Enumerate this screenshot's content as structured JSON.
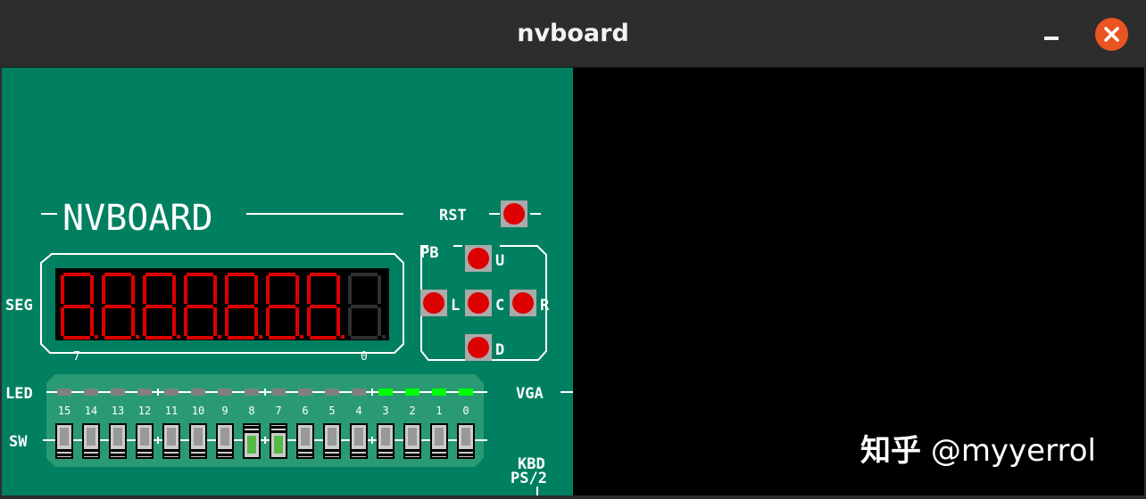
{
  "window": {
    "title": "nvboard"
  },
  "board": {
    "logo": "NVBOARD",
    "labels": {
      "rst": "RST",
      "pb": "PB",
      "seg": "SEG",
      "led": "LED",
      "sw": "SW",
      "vga": "VGA",
      "kbd": "KBD",
      "ps2": "PS/2"
    },
    "seg_indices": {
      "left": "7",
      "right": "0"
    },
    "buttons": {
      "up": "U",
      "left": "L",
      "center": "C",
      "right": "R",
      "down": "D"
    },
    "led_numbers": [
      "15",
      "14",
      "13",
      "12",
      "11",
      "10",
      "9",
      "8",
      "7",
      "6",
      "5",
      "4",
      "3",
      "2",
      "1",
      "0"
    ],
    "led_states": [
      0,
      0,
      0,
      0,
      0,
      0,
      0,
      0,
      0,
      0,
      0,
      0,
      1,
      1,
      1,
      1
    ],
    "switch_states": [
      0,
      0,
      0,
      0,
      0,
      0,
      0,
      1,
      1,
      0,
      0,
      0,
      0,
      0,
      0,
      0
    ],
    "seg_digits_lit": [
      1,
      1,
      1,
      1,
      1,
      1,
      1,
      0
    ],
    "colors": {
      "board": "#008060",
      "led_on": "#00ff00",
      "led_off": "#808080",
      "seg_on": "#dd0000",
      "seg_off": "#303030",
      "button": "#dd0000",
      "close": "#e95420"
    }
  },
  "watermark": {
    "site": "知乎",
    "handle": "@myyerrol"
  }
}
